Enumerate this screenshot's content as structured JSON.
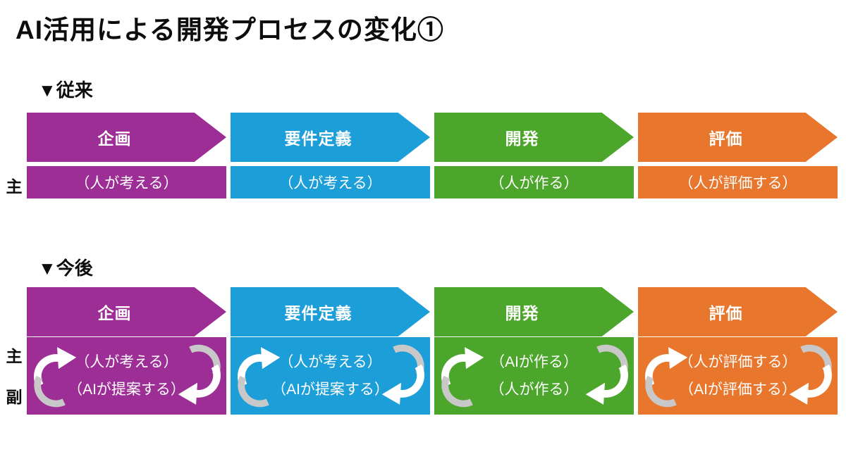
{
  "title": "AI活用による開発プロセスの変化①",
  "colors": {
    "step_planning": "#9C2E96",
    "step_requirements": "#1C9ED9",
    "step_development": "#4CA62B",
    "step_evaluation": "#E8772D",
    "cycle_arrow_white": "#ffffff",
    "cycle_arrow_gray": "#c8c8c8",
    "text_on_color": "#ffffff",
    "text_black": "#0d0d0d"
  },
  "icons": {
    "section_marker": "▼",
    "cycle_left": "cycle-arrow-up-icon",
    "cycle_right": "cycle-arrow-down-icon"
  },
  "sections": [
    {
      "label": "▼従来",
      "side_labels": {
        "main": "主"
      },
      "columns": [
        {
          "step": "企画",
          "color": "#9C2E96",
          "lines": [
            "（人が考える）"
          ]
        },
        {
          "step": "要件定義",
          "color": "#1C9ED9",
          "lines": [
            "（人が考える）"
          ]
        },
        {
          "step": "開発",
          "color": "#4CA62B",
          "lines": [
            "（人が作る）"
          ]
        },
        {
          "step": "評価",
          "color": "#E8772D",
          "lines": [
            "（人が評価する）"
          ]
        }
      ]
    },
    {
      "label": "▼今後",
      "side_labels": {
        "main": "主",
        "sub": "副"
      },
      "columns": [
        {
          "step": "企画",
          "color": "#9C2E96",
          "lines": [
            "（人が考える）",
            "（AIが提案する）"
          ]
        },
        {
          "step": "要件定義",
          "color": "#1C9ED9",
          "lines": [
            "（人が考える）",
            "（AIが提案する）"
          ]
        },
        {
          "step": "開発",
          "color": "#4CA62B",
          "lines": [
            "（AIが作る）",
            "（人が作る）"
          ]
        },
        {
          "step": "評価",
          "color": "#E8772D",
          "lines": [
            "（人が評価する）",
            "（AIが評価する）"
          ]
        }
      ]
    }
  ]
}
